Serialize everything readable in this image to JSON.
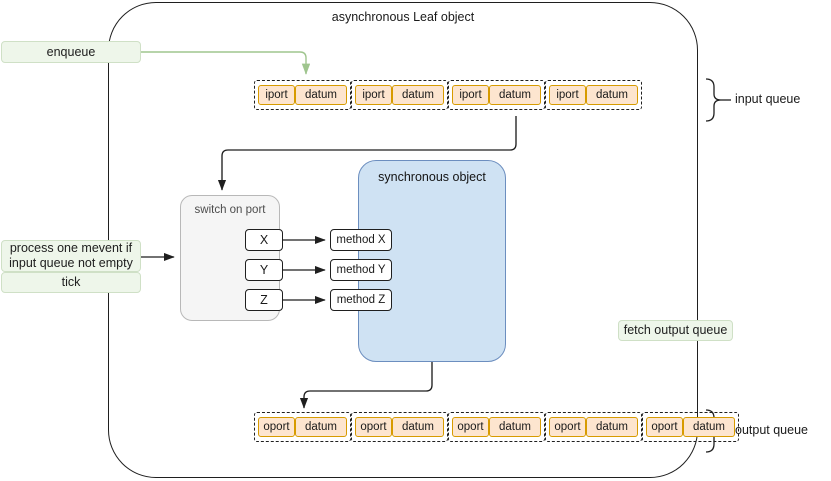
{
  "diagram": {
    "title": "asynchronous Leaf object",
    "type": "block-diagram"
  },
  "outer": {
    "title": "asynchronous Leaf object"
  },
  "messages": {
    "enqueue": "enqueue",
    "process_line1": "process one mevent if",
    "process_line2": "input queue not empty",
    "tick": "tick",
    "fetch_output_queue": "fetch output queue"
  },
  "switch": {
    "title": "switch on port",
    "ports": [
      {
        "label": "X"
      },
      {
        "label": "Y"
      },
      {
        "label": "Z"
      }
    ]
  },
  "sync_object": {
    "title": "synchronous object",
    "methods": [
      {
        "label": "method X"
      },
      {
        "label": "method Y"
      },
      {
        "label": "method Z"
      }
    ]
  },
  "input_queue": {
    "label": "input queue",
    "port_label": "iport",
    "datum_label": "datum",
    "entries": [
      {
        "port": "iport",
        "datum": "datum"
      },
      {
        "port": "iport",
        "datum": "datum"
      },
      {
        "port": "iport",
        "datum": "datum"
      },
      {
        "port": "iport",
        "datum": "datum"
      }
    ]
  },
  "output_queue": {
    "label": "output queue",
    "port_label": "oport",
    "datum_label": "datum",
    "entries": [
      {
        "port": "oport",
        "datum": "datum"
      },
      {
        "port": "oport",
        "datum": "datum"
      },
      {
        "port": "oport",
        "datum": "datum"
      },
      {
        "port": "oport",
        "datum": "datum"
      },
      {
        "port": "oport",
        "datum": "datum"
      }
    ]
  },
  "colors": {
    "queue_cell_fill": "#fde5cf",
    "queue_cell_border": "#d79b00",
    "sync_fill": "#cfe2f3",
    "sync_border": "#6c8ebf",
    "switch_fill": "#f5f5f5",
    "switch_border": "#b8b8b8",
    "message_fill": "#eef6ea",
    "message_border": "#cfe0c6",
    "stroke": "#1f1f1f",
    "enqueue_arrow": "#9fc58e"
  }
}
